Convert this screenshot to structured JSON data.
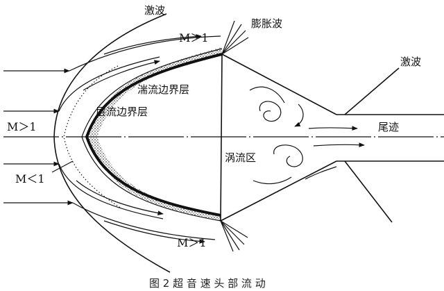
{
  "labels": {
    "shock_top": "激波",
    "expansion": "膨胀波",
    "mach_top": "M＞1",
    "turbulent": "湍流边界层",
    "laminar": "层流边界层",
    "mach_left": "M＞1",
    "mach_sub": "M＜1",
    "shock_right": "激波",
    "wake": "尾迹",
    "vortex": "涡流区",
    "mach_bottom": "M＞1"
  },
  "caption": "图 2 超 音 速 头 部 流 动"
}
